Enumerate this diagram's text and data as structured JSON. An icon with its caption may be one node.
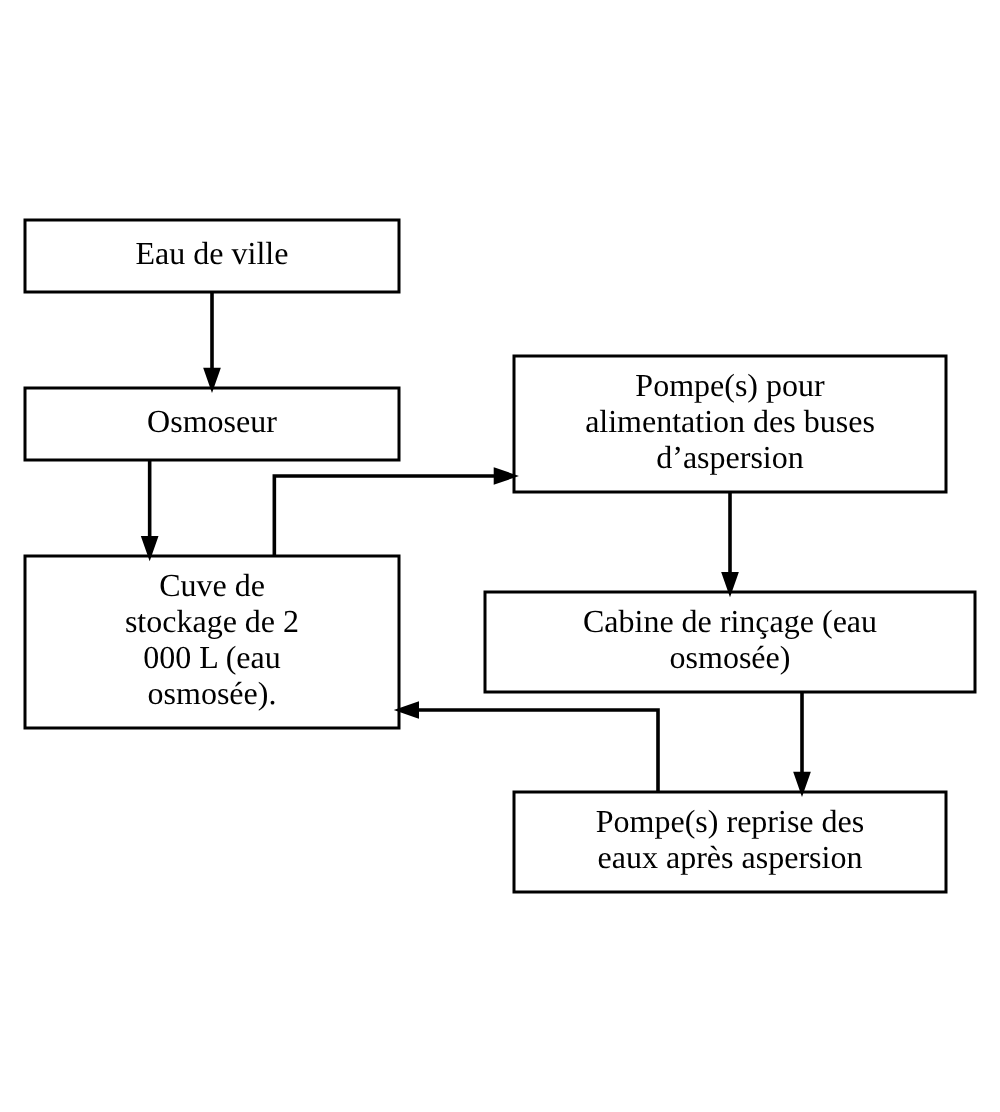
{
  "diagram": {
    "nodes": [
      {
        "text": [
          "Eau de ville"
        ]
      },
      {
        "text": [
          "Osmoseur"
        ]
      },
      {
        "text": [
          "Cuve de stockage de 2 000 L (eau osmosée)."
        ]
      },
      {
        "text": [
          "Pompe(s) pour alimentation des buses d’aspersion"
        ]
      },
      {
        "text": [
          "Cabine de rinçage (eau osmosée)"
        ]
      },
      {
        "text": [
          "Pompe(s) reprise des eaux après aspersion"
        ]
      }
    ],
    "edges": [
      {
        "from": 0,
        "to": 1,
        "arrow": "to"
      },
      {
        "from": 1,
        "to": 2,
        "arrow": "to"
      },
      {
        "from": 2,
        "to": 3,
        "arrow": "to"
      },
      {
        "from": 3,
        "to": 4,
        "arrow": "to"
      },
      {
        "from": 4,
        "to": 5,
        "arrow": "to"
      },
      {
        "from": 5,
        "to": 2,
        "arrow": "to"
      }
    ]
  }
}
